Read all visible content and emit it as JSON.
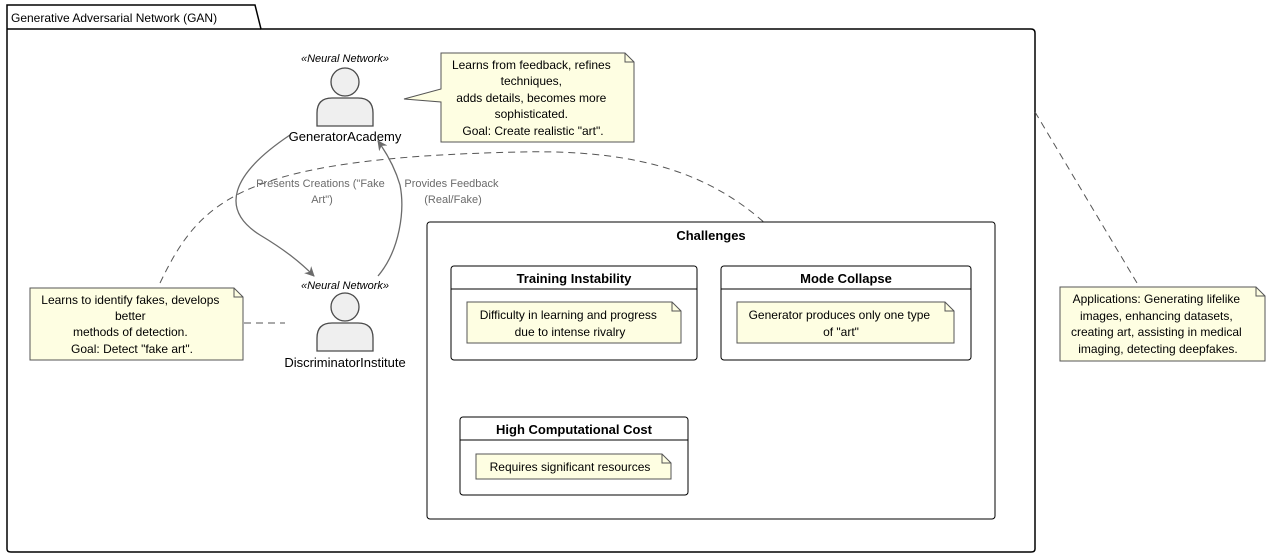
{
  "package": {
    "title": "Generative Adversarial Network (GAN)"
  },
  "actors": [
    {
      "id": "generator",
      "stereotype": "«Neural Network»",
      "name": "GeneratorAcademy"
    },
    {
      "id": "discriminator",
      "stereotype": "«Neural Network»",
      "name": "DiscriminatorInstitute"
    }
  ],
  "edges": {
    "presents": [
      "Presents Creations (\"Fake",
      "Art\")"
    ],
    "feedback": [
      "Provides Feedback",
      "(Real/Fake)"
    ]
  },
  "notes": {
    "generator": [
      "Learns from feedback, refines",
      "techniques,",
      "adds details, becomes more",
      "sophisticated.",
      "Goal: Create realistic \"art\"."
    ],
    "discriminator": [
      "Learns to identify fakes, develops",
      "better",
      "methods of detection.",
      "Goal: Detect \"fake art\"."
    ],
    "applications": [
      "Applications: Generating lifelike",
      "images, enhancing datasets,",
      "creating art, assisting in medical",
      "imaging, detecting deepfakes."
    ]
  },
  "challenges": {
    "title": "Challenges",
    "training": {
      "title": "Training Instability",
      "note": [
        "Difficulty in learning and progress",
        "due to intense rivalry"
      ]
    },
    "mode": {
      "title": "Mode Collapse",
      "note": [
        "Generator produces only one type",
        "of \"art\""
      ]
    },
    "cost": {
      "title": "High Computational Cost",
      "note": [
        "Requires significant resources"
      ]
    }
  }
}
